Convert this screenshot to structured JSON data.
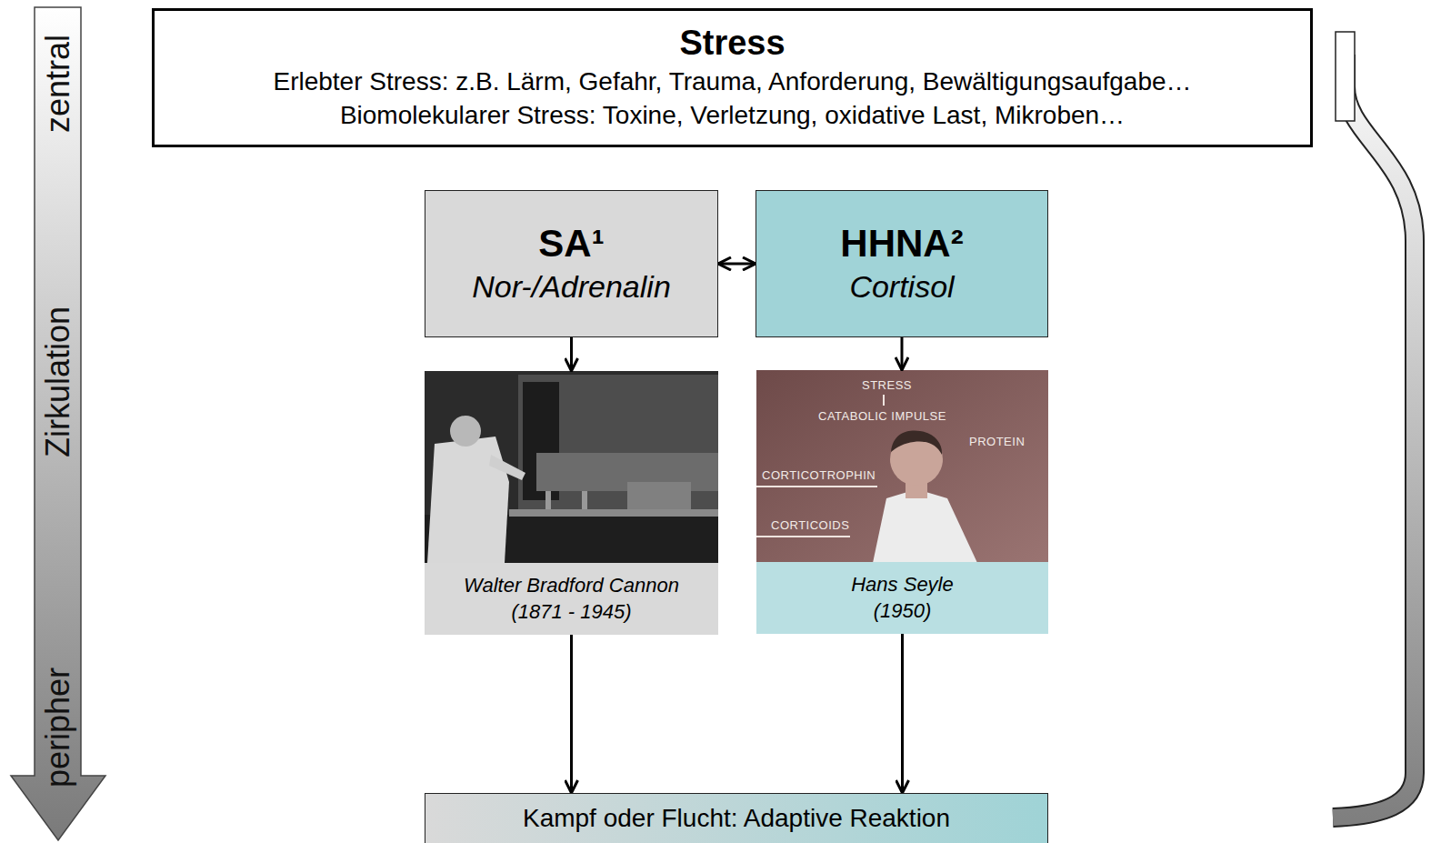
{
  "diagram": {
    "nodes": [
      {
        "text": [
          "Stress",
          "Erlebter Stress: z.B. Lärm, Gefahr, Trauma, Anforderung, Bewältigungsaufgabe…",
          "Biomolekularer Stress: Toxine, Verletzung, oxidative Last, Mikroben…"
        ]
      },
      {
        "text": [
          "SA¹",
          "Nor-/Adrenalin"
        ]
      },
      {
        "text": [
          "HHNA²",
          "Cortisol"
        ]
      },
      {
        "text": [
          "Walter Bradford Cannon (1871 - 1945)"
        ]
      },
      {
        "text": [
          "Hans Seyle (1950)"
        ]
      },
      {
        "text": [
          "Kampf oder Flucht: Adaptive Reaktion"
        ]
      }
    ],
    "edges": [
      {
        "from": 1,
        "to": 2,
        "arrow": "both"
      },
      {
        "from": 1,
        "to": 3,
        "arrow": "to"
      },
      {
        "from": 2,
        "to": 4,
        "arrow": "to"
      },
      {
        "from": 3,
        "to": 5,
        "arrow": "to"
      },
      {
        "from": 4,
        "to": 5,
        "arrow": "to"
      }
    ],
    "labels": [
      "zentral",
      "Zirkulation",
      "peripher",
      "STRESS",
      "CATABOLIC IMPULSE",
      "PROTEIN",
      "CORTICOTROPHIN",
      "CORTICOIDS"
    ]
  }
}
